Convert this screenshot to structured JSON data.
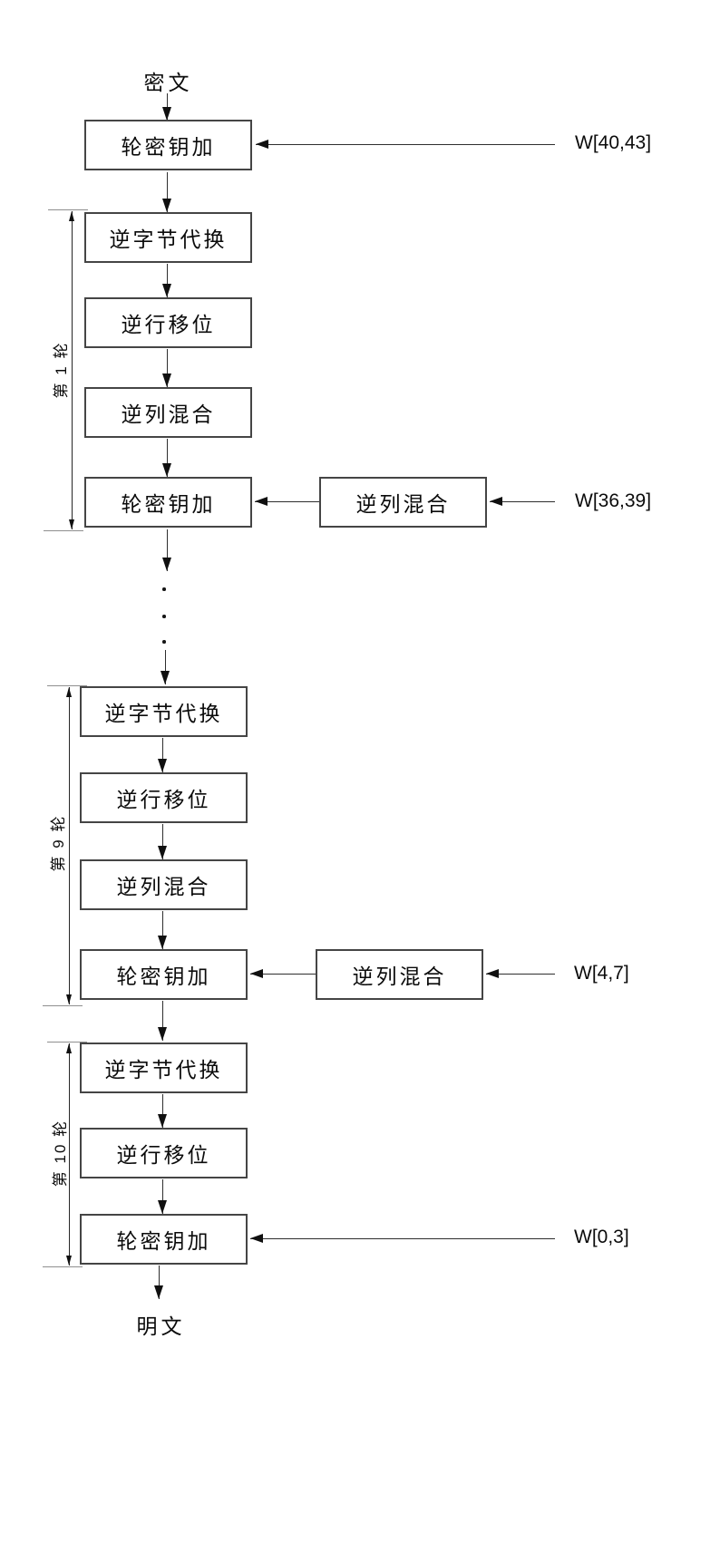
{
  "diagram": {
    "input_label": "密文",
    "output_label": "明文",
    "initial_add_round_key": {
      "label": "轮密钥加",
      "key_label": "W[40,43]"
    },
    "ellipsis_icon": "vertical-ellipsis",
    "rounds": [
      {
        "label": "第 1 轮",
        "steps": [
          "逆字节代换",
          "逆行移位",
          "逆列混合",
          "轮密钥加"
        ],
        "side_box_label": "逆列混合",
        "key_label": "W[36,39]"
      },
      {
        "label": "第 9 轮",
        "steps": [
          "逆字节代换",
          "逆行移位",
          "逆列混合",
          "轮密钥加"
        ],
        "side_box_label": "逆列混合",
        "key_label": "W[4,7]"
      },
      {
        "label": "第 10 轮",
        "steps": [
          "逆字节代换",
          "逆行移位",
          "轮密钥加"
        ],
        "key_label": "W[0,3]"
      }
    ]
  }
}
